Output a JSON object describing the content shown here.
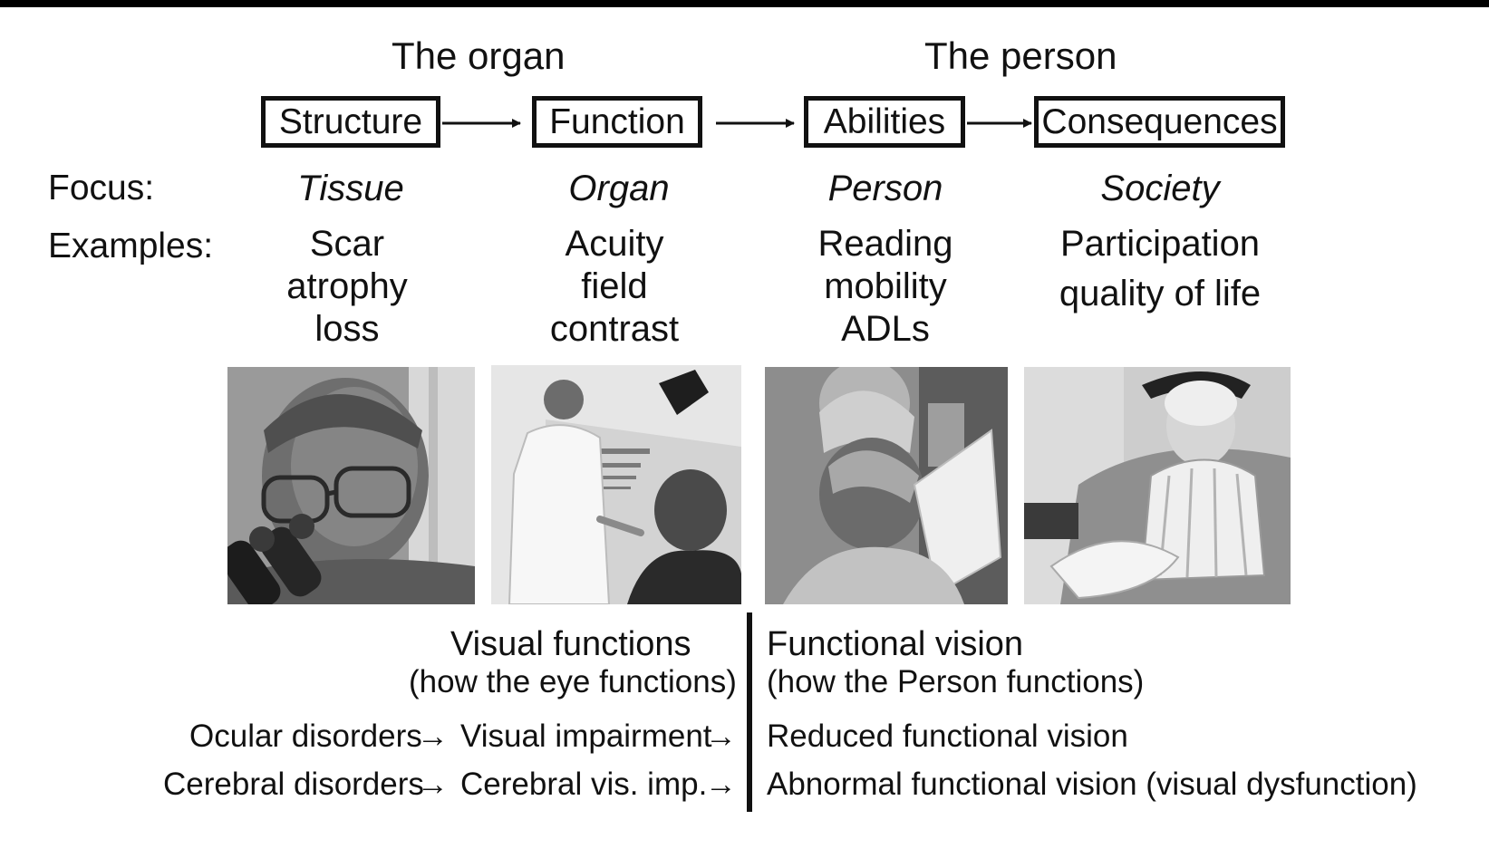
{
  "headers": {
    "organ": "The organ",
    "person": "The person"
  },
  "stages": [
    {
      "label": "Structure"
    },
    {
      "label": "Function"
    },
    {
      "label": "Abilities"
    },
    {
      "label": "Consequences"
    }
  ],
  "focus": {
    "label": "Focus:",
    "values": [
      "Tissue",
      "Organ",
      "Person",
      "Society"
    ]
  },
  "examples": {
    "label": "Examples:",
    "columns": [
      [
        "Scar",
        "atrophy",
        "loss"
      ],
      [
        "Acuity",
        "field",
        "contrast"
      ],
      [
        "Reading",
        "mobility",
        "ADLs"
      ],
      [
        "Participation",
        "quality of life"
      ]
    ]
  },
  "photos": [
    {
      "subject": "man-at-microscope"
    },
    {
      "subject": "doctor-with-eye-chart"
    },
    {
      "subject": "woman-reading"
    },
    {
      "subject": "woman-knitting"
    }
  ],
  "bottom": {
    "visual_functions": {
      "title": "Visual functions",
      "subtitle": "(how the eye functions)"
    },
    "functional_vision": {
      "title": "Functional vision",
      "subtitle": "(how the Person functions)"
    },
    "rows": [
      {
        "cause": "Ocular disorders",
        "impairment": "Visual impairment",
        "result": "Reduced functional vision"
      },
      {
        "cause": "Cerebral disorders",
        "impairment": "Cerebral vis. imp.",
        "result": "Abnormal functional vision (visual dysfunction)"
      }
    ],
    "arrow_glyph": "→"
  },
  "colors": {
    "ink": "#111111",
    "background": "#ffffff",
    "frame": "#000000"
  }
}
